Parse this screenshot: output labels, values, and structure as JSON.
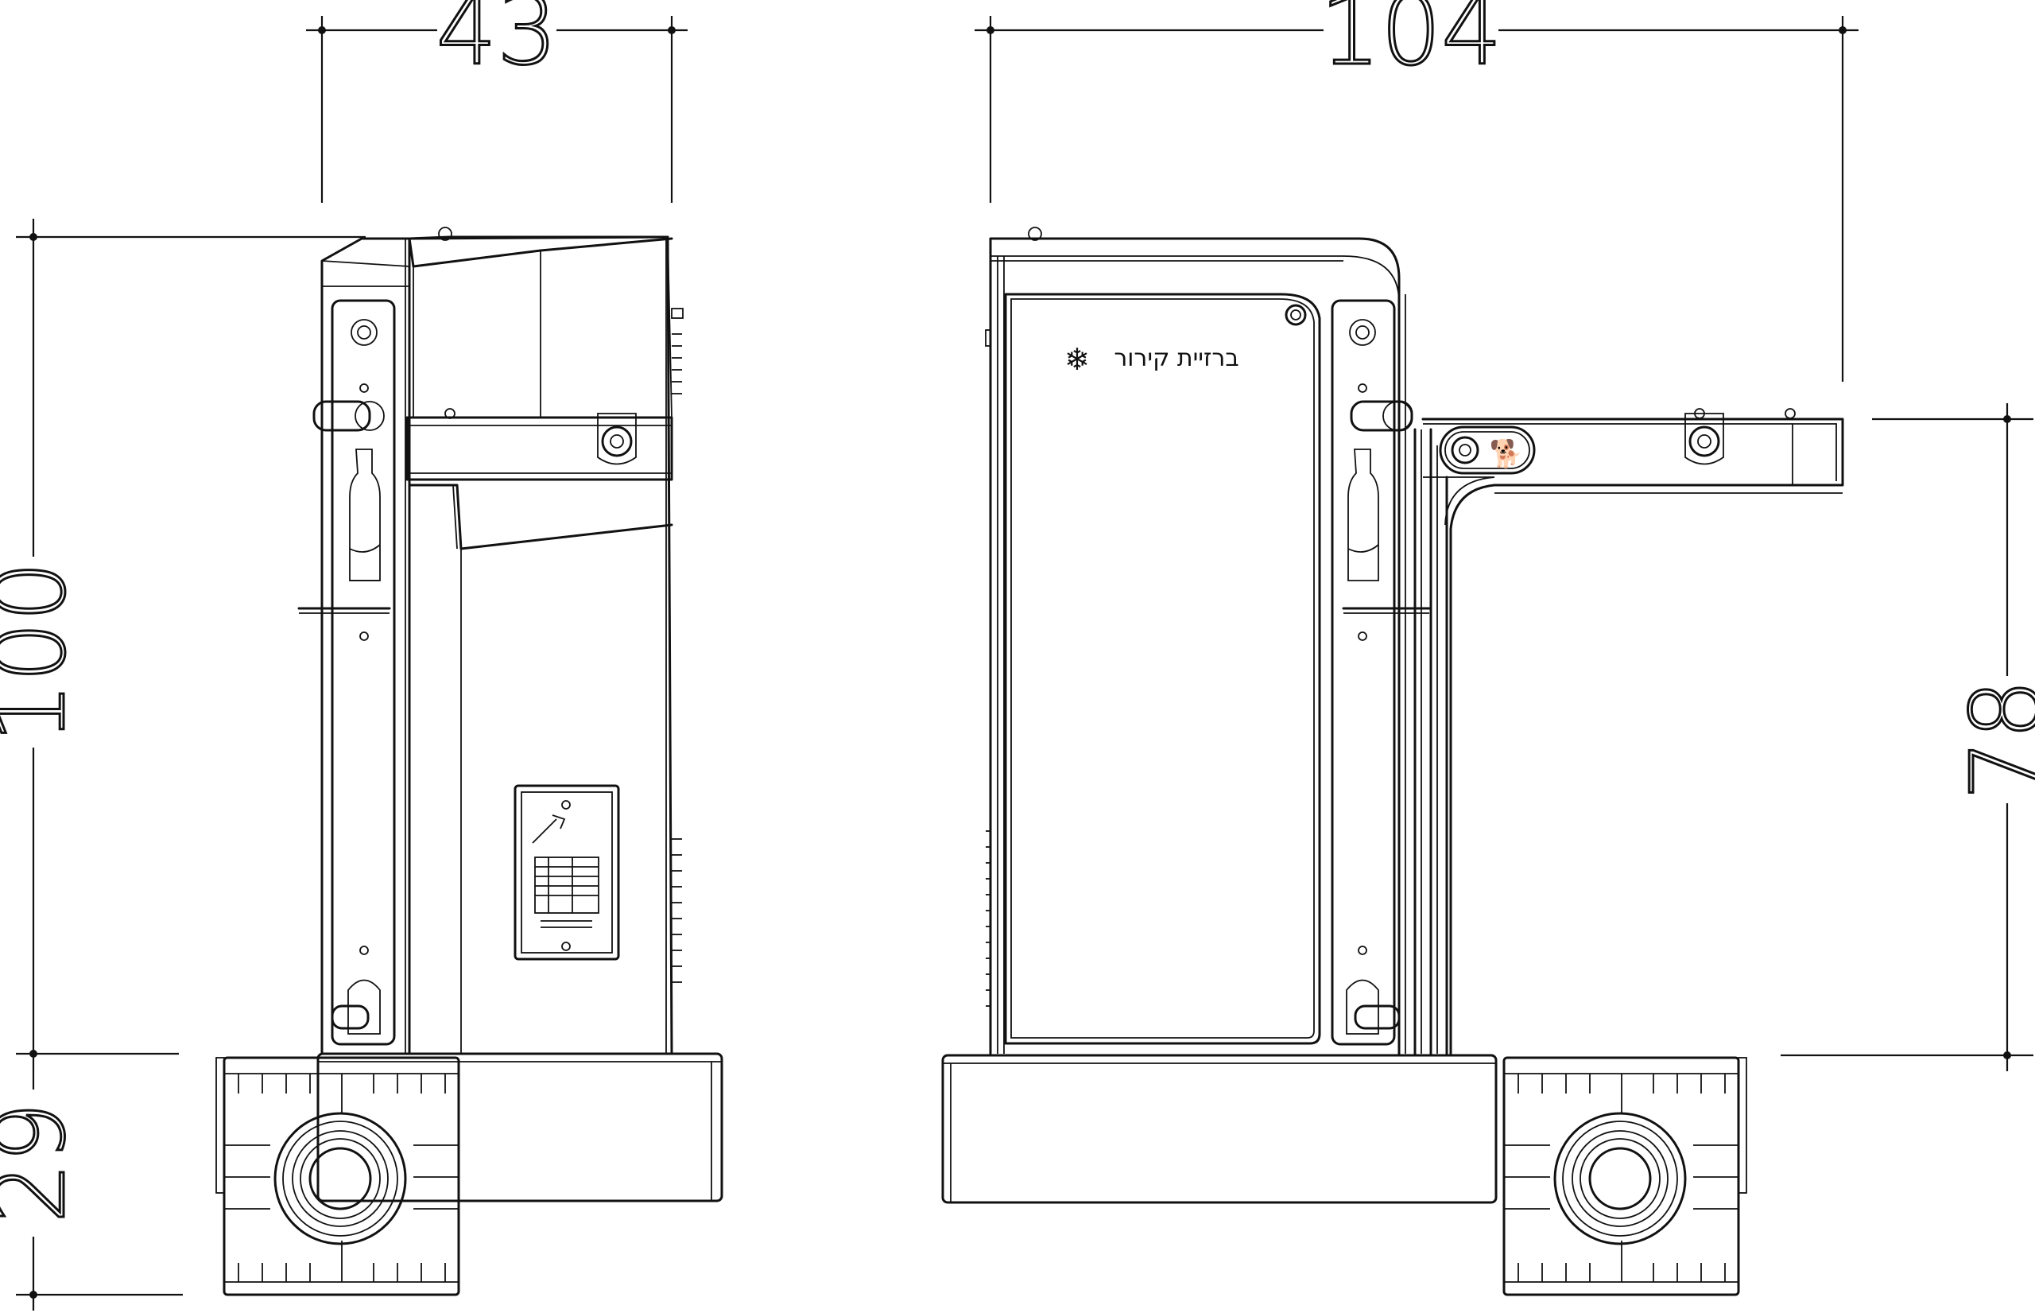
{
  "dimensions": {
    "left_width": "43",
    "left_height_upper": "100",
    "left_height_lower": "29",
    "right_width": "104",
    "right_height": "78"
  },
  "labels": {
    "cold_water_fountain": "ברזיית קירור",
    "snowflake_icon": "❄",
    "dog_icon": "🐕"
  }
}
